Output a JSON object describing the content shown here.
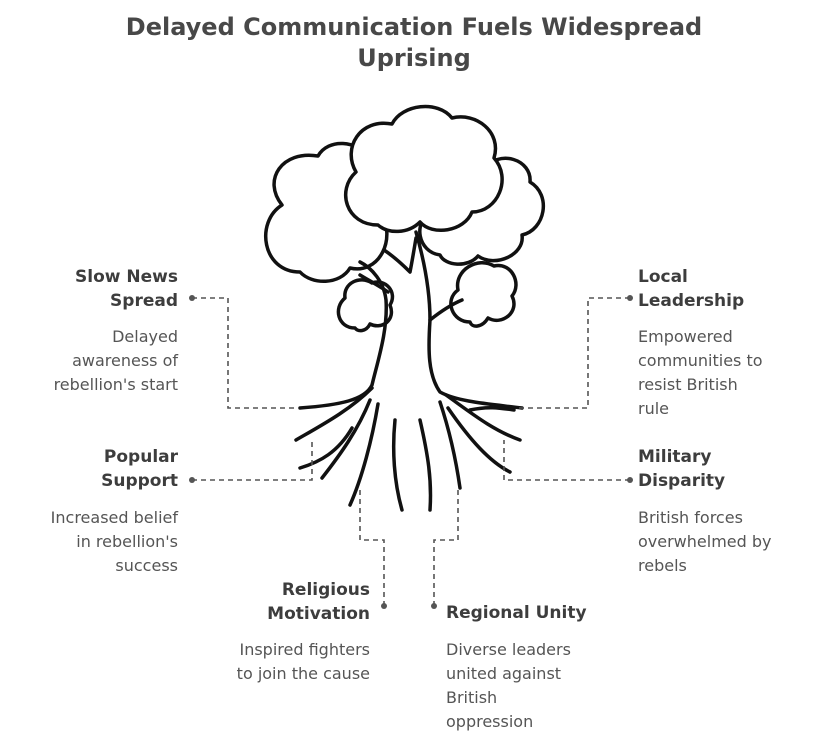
{
  "title": [
    "Delayed Communication Fuels Widespread",
    "Uprising"
  ],
  "items": {
    "slow_news": {
      "heading": [
        "Slow News",
        "Spread"
      ],
      "desc": [
        "Delayed",
        "awareness of",
        "rebellion's start"
      ]
    },
    "popular_support": {
      "heading": [
        "Popular",
        "Support"
      ],
      "desc": [
        "Increased belief",
        "in rebellion's",
        "success"
      ]
    },
    "religious_motivation": {
      "heading": [
        "Religious",
        "Motivation"
      ],
      "desc": [
        "Inspired fighters",
        "to join the cause"
      ]
    },
    "local_leadership": {
      "heading": [
        "Local",
        "Leadership"
      ],
      "desc": [
        "Empowered",
        "communities to",
        "resist British",
        "rule"
      ]
    },
    "military_disparity": {
      "heading": [
        "Military",
        "Disparity"
      ],
      "desc": [
        "British forces",
        "overwhelmed by",
        "rebels"
      ]
    },
    "regional_unity": {
      "heading": [
        "Regional Unity"
      ],
      "desc": [
        "Diverse leaders",
        "united against",
        "British",
        "oppression"
      ]
    }
  }
}
